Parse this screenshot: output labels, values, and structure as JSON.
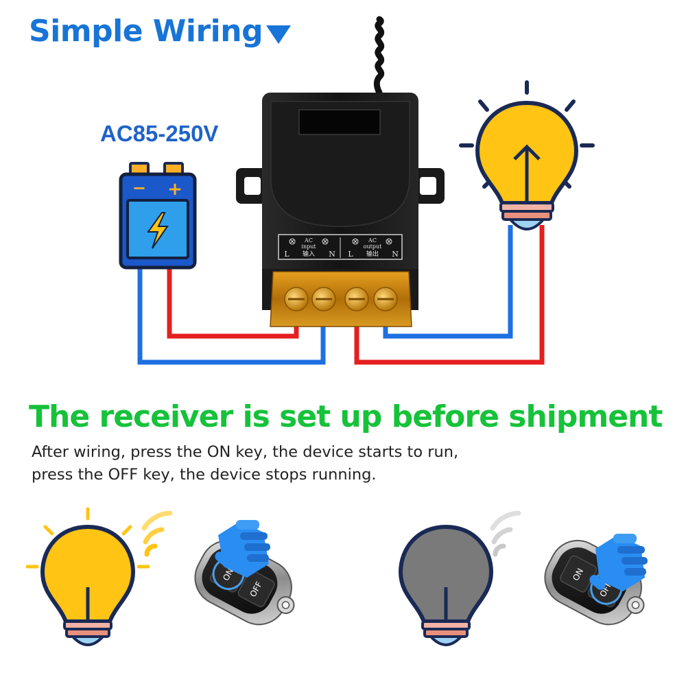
{
  "header": {
    "title": "Simple Wiring"
  },
  "power_source": {
    "voltage_label": "AC85-250V",
    "minus_sign": "−",
    "plus_sign": "+"
  },
  "receiver": {
    "input_terminal": {
      "label_en_1": "AC",
      "label_en_2": "input",
      "label_cn": "输入",
      "left": "L",
      "right": "N"
    },
    "output_terminal": {
      "label_en_1": "AC",
      "label_en_2": "output",
      "label_cn": "输出",
      "left": "L",
      "right": "N"
    }
  },
  "instructions": {
    "headline": "The receiver is set up before shipment",
    "line1": "After wiring,  press the ON key, the device starts to run,",
    "line2": "press the OFF key, the device stops running."
  },
  "remotes": [
    {
      "on_label": "ON",
      "off_label": "OFF",
      "pressed": "ON",
      "bulb_state": "lit"
    },
    {
      "on_label": "ON",
      "off_label": "OFF",
      "pressed": "OFF",
      "bulb_state": "off"
    }
  ],
  "colors": {
    "title_blue": "#1874d6",
    "headline_green": "#16c23a",
    "live_wire_red": "#e51f1f",
    "neutral_wire_blue": "#1f6fe0",
    "bulb_yellow": "#ffc414",
    "bulb_gray": "#7a7a7a",
    "battery_blue": "#1b58c9"
  }
}
